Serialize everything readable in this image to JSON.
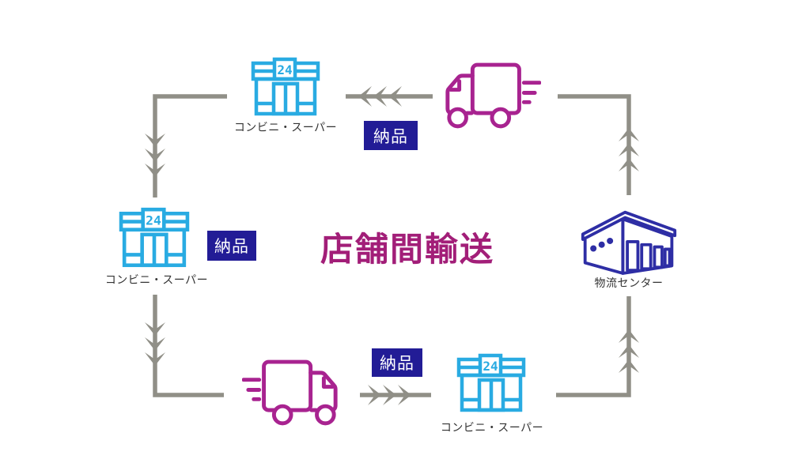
{
  "title": {
    "text": "店舗間輸送"
  },
  "nodes": {
    "store_top": {
      "label": "コンビニ・スーパー",
      "sign": "24"
    },
    "store_left": {
      "label": "コンビニ・スーパー",
      "sign": "24"
    },
    "store_bottom": {
      "label": "コンビニ・スーパー",
      "sign": "24"
    },
    "logistics_center": {
      "label": "物流センター"
    }
  },
  "badges": {
    "top": {
      "label": "納品"
    },
    "left": {
      "label": "納品"
    },
    "bottom": {
      "label": "納品"
    }
  },
  "flow": {
    "direction": "counterclockwise",
    "arrow_style": "triple-chevron"
  },
  "colors": {
    "store_icon": "#29ABE2",
    "truck_icon": "#A82390",
    "building_icon": "#2E2EA5",
    "title_text": "#A21E78",
    "badge_background": "#221C96",
    "badge_text": "#FFFFFF",
    "flow_path": "#908F87",
    "label_text": "#333333",
    "background": "#FFFFFF"
  }
}
